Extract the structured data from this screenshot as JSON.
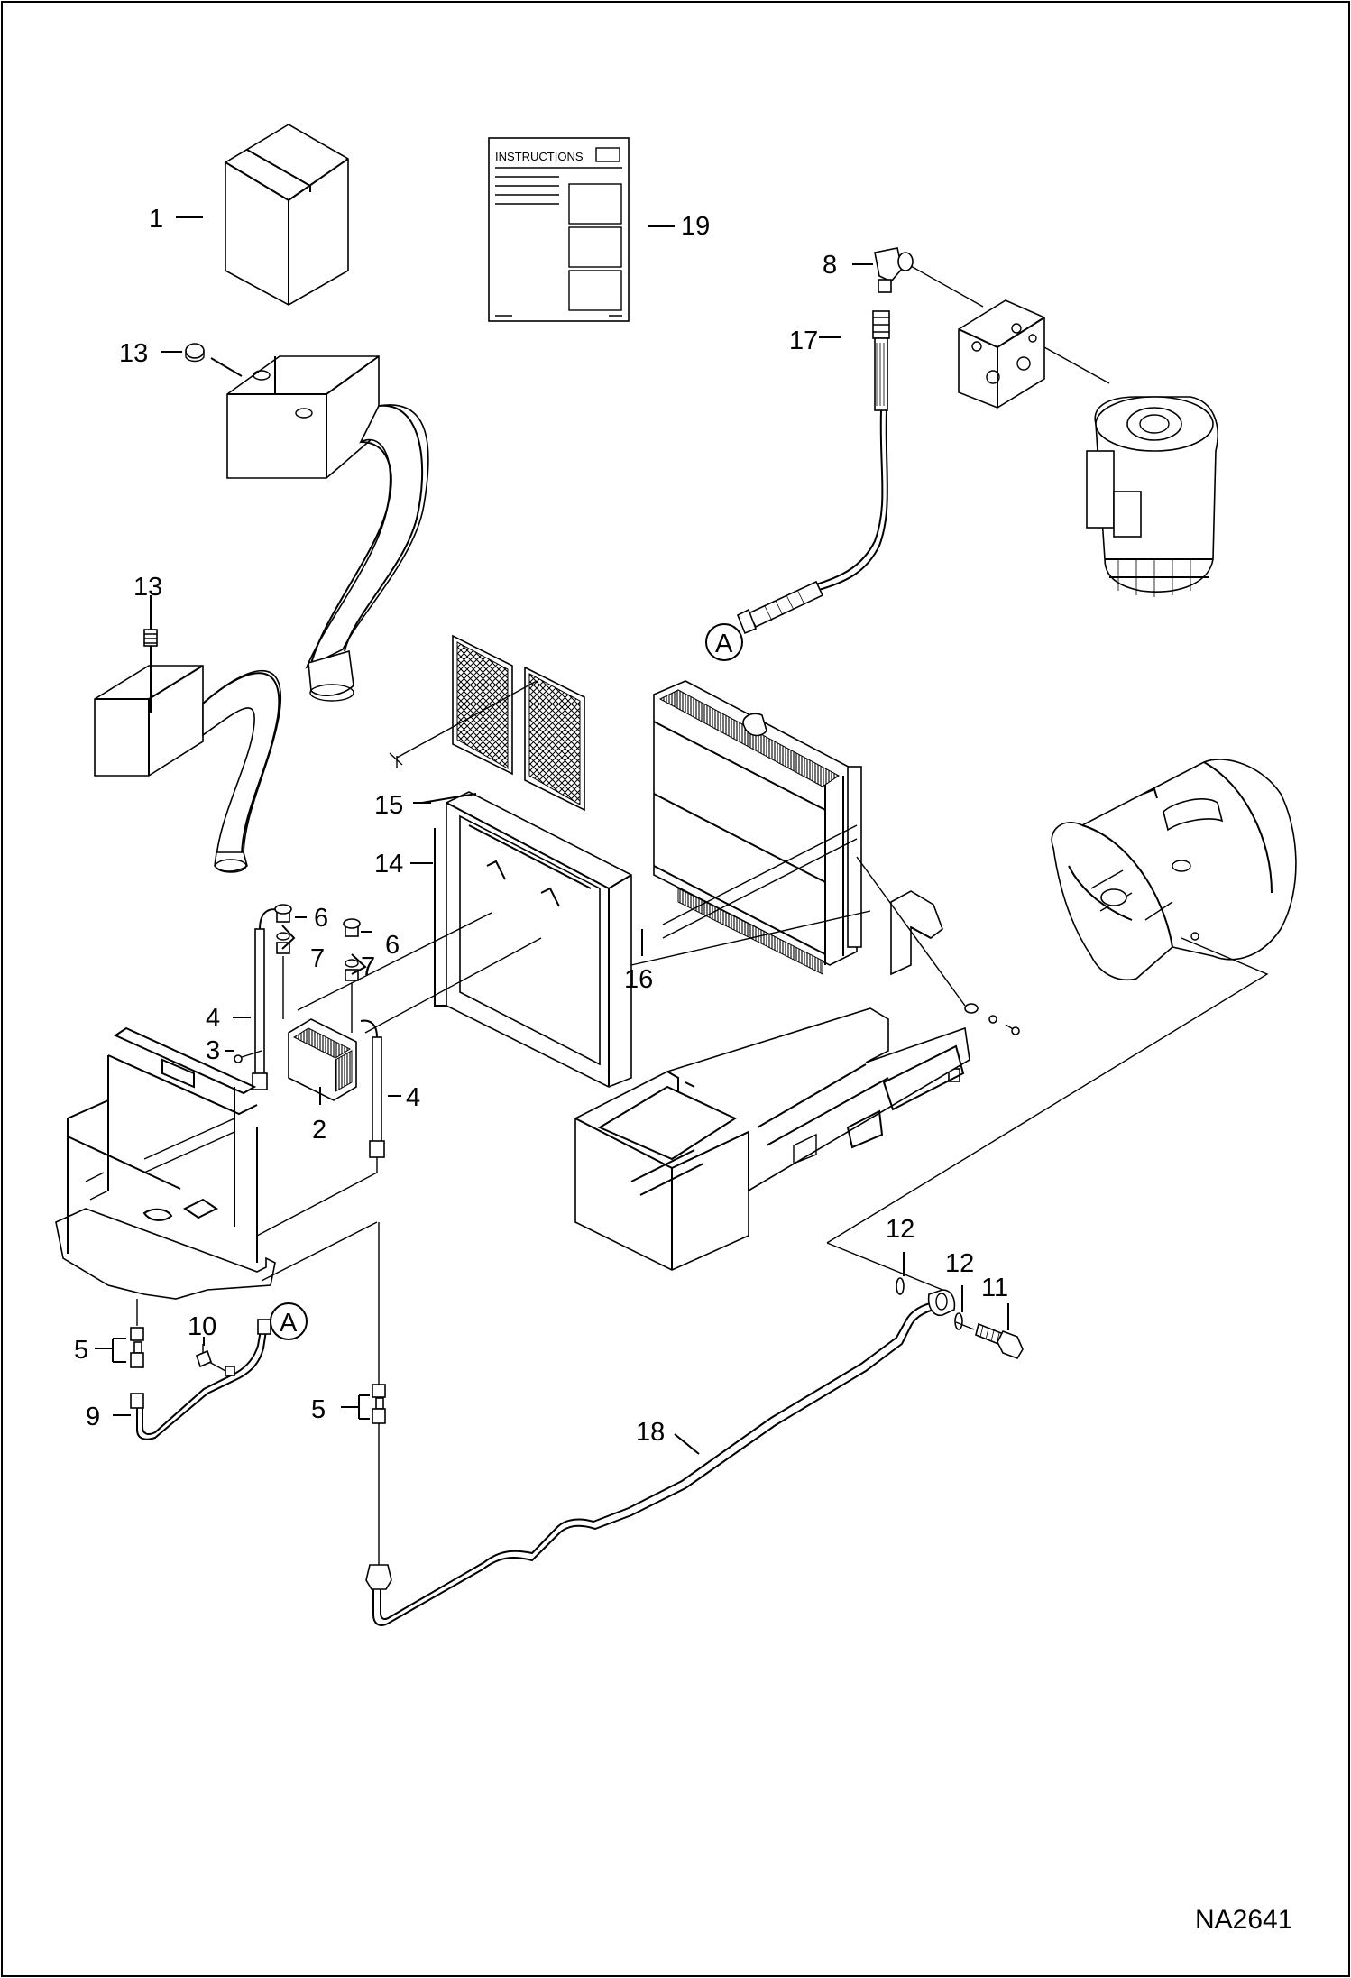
{
  "diagram": {
    "drawing_number": "NA2641",
    "instructions_heading": "INSTRUCTIONS",
    "callouts": {
      "c1": "1",
      "c2": "2",
      "c3": "3",
      "c4a": "4",
      "c4b": "4",
      "c5a": "5",
      "c5b": "5",
      "c6a": "6",
      "c6b": "6",
      "c7a": "7",
      "c7b": "7",
      "c8": "8",
      "c9": "9",
      "c10": "10",
      "c11": "11",
      "c12a": "12",
      "c12b": "12",
      "c13a": "13",
      "c13b": "13",
      "c14": "14",
      "c15": "15",
      "c16": "16",
      "c17": "17",
      "c18": "18",
      "c19": "19",
      "ref_a1": "A",
      "ref_a2": "A"
    }
  }
}
